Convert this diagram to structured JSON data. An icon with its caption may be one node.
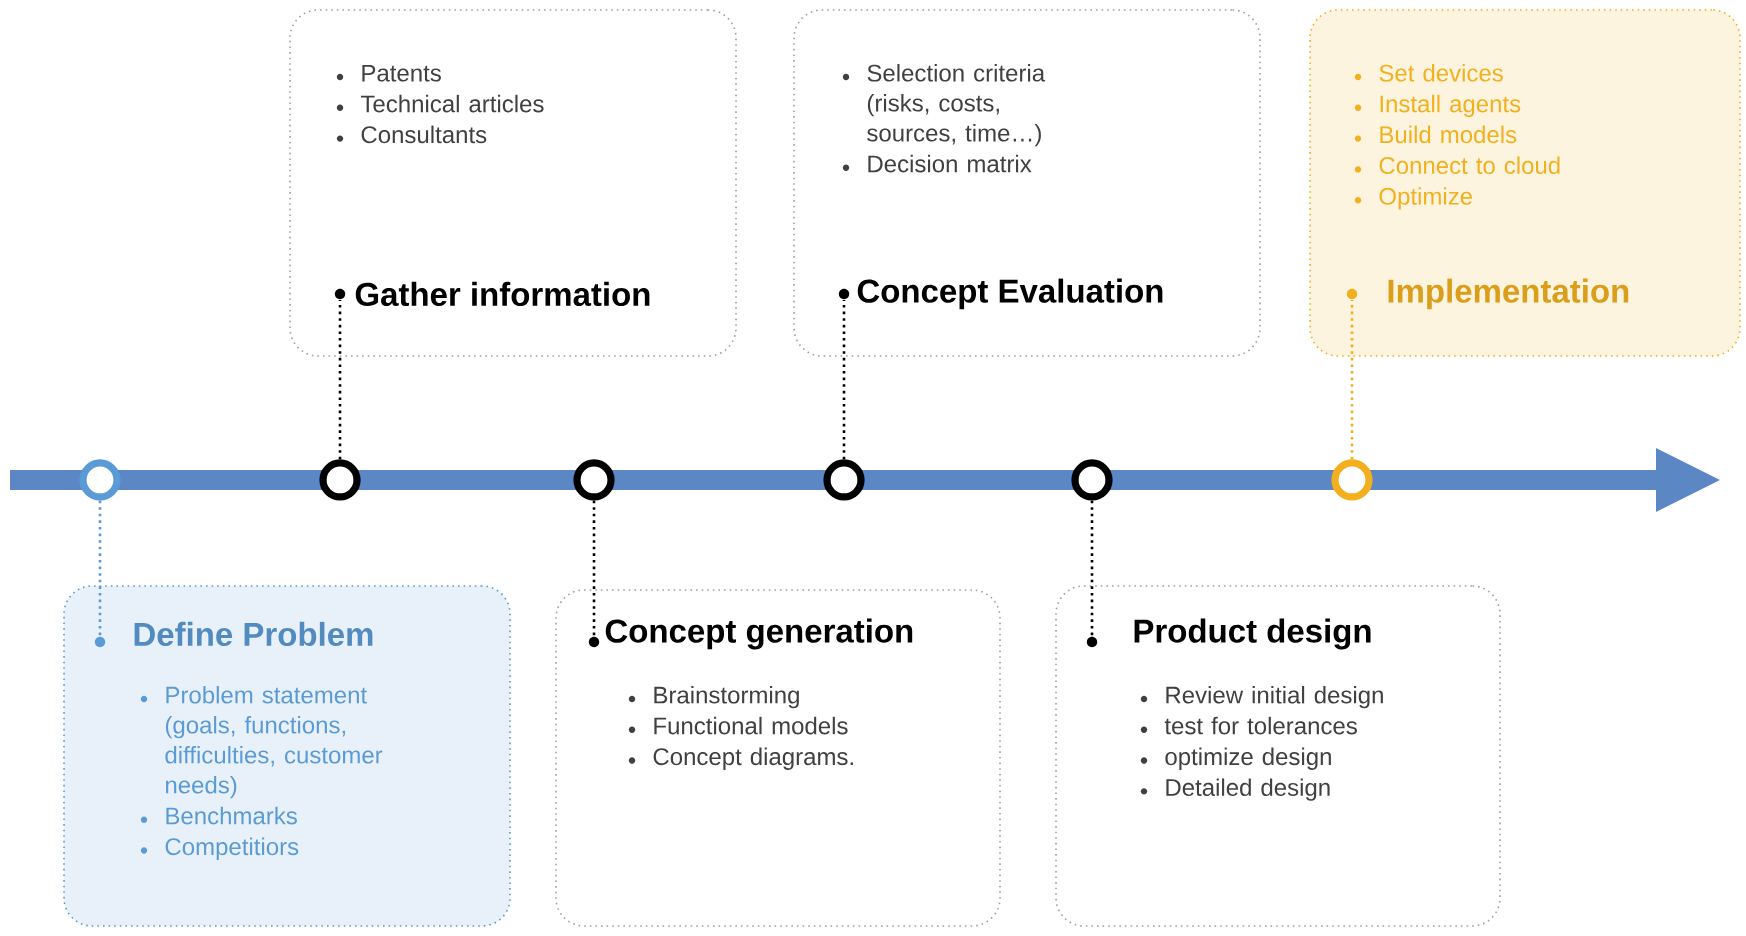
{
  "diagram": {
    "nodes": [
      {
        "text": [
          "Define Problem",
          "Problem statement (goals, functions, difficulties, customer needs)",
          "Benchmarks",
          "Competitiors"
        ]
      },
      {
        "text": [
          "Patents",
          "Technical articles",
          "Consultants",
          "Gather information"
        ]
      },
      {
        "text": [
          "Concept generation",
          "Brainstorming",
          "Functional models",
          "Concept diagrams."
        ]
      },
      {
        "text": [
          "Selection criteria (risks, costs, sources, time…)",
          "Decision matrix",
          "Concept Evaluation"
        ]
      },
      {
        "text": [
          "Product design",
          "Review initial  design",
          "test for tolerances",
          "optimize design",
          "Detailed design"
        ]
      },
      {
        "text": [
          "Set devices",
          "Install agents",
          "Build models",
          "Connect to cloud",
          "Optimize",
          "Implementation"
        ]
      },
      {
        "text": [],
        "shape": "circle"
      },
      {
        "text": [],
        "shape": "circle"
      },
      {
        "text": [],
        "shape": "circle"
      },
      {
        "text": [],
        "shape": "circle"
      },
      {
        "text": [],
        "shape": "circle"
      },
      {
        "text": [],
        "shape": "circle"
      }
    ],
    "edges": [
      {
        "from": 6,
        "to": 0,
        "arrow": "none",
        "color": "#5b9bd5"
      },
      {
        "from": 7,
        "to": 1,
        "arrow": "none"
      },
      {
        "from": 8,
        "to": 2,
        "arrow": "none"
      },
      {
        "from": 9,
        "to": 3,
        "arrow": "none"
      },
      {
        "from": 10,
        "to": 4,
        "arrow": "none"
      },
      {
        "from": 11,
        "to": 5,
        "arrow": "none",
        "color": "#f2b01e"
      }
    ]
  }
}
